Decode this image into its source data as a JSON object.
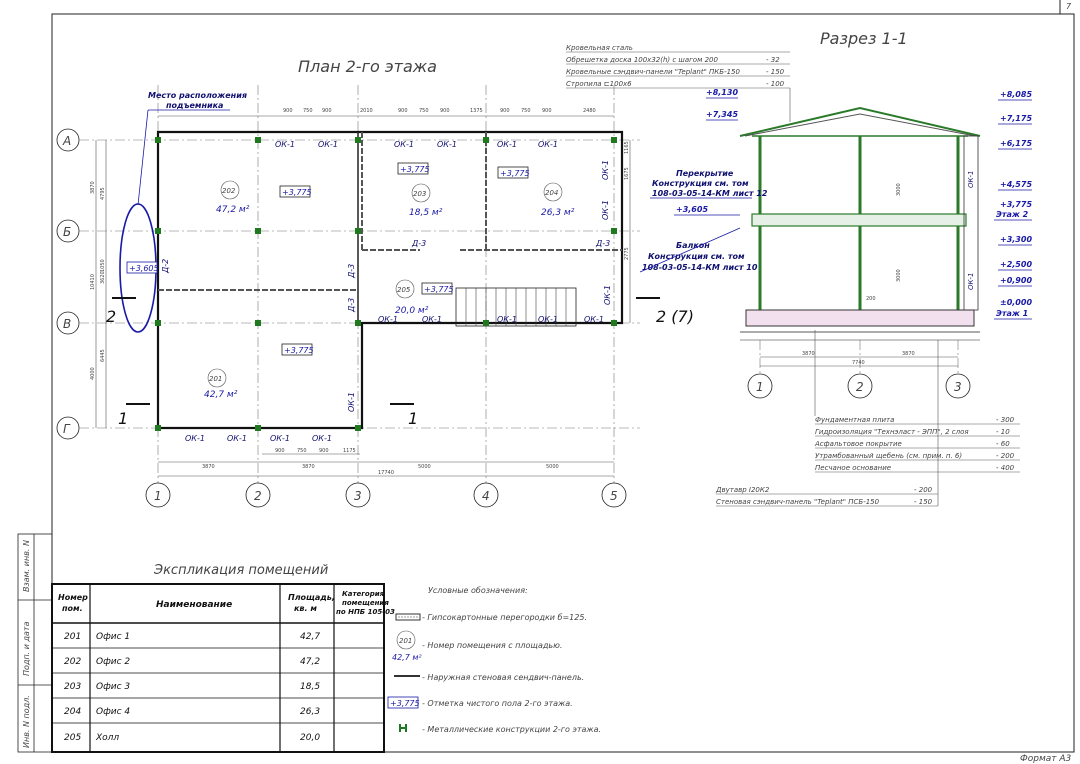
{
  "sheet": {
    "number": "7",
    "format": "Формат А3"
  },
  "stamp": {
    "inv_replace": "Взам. инв. N",
    "sign_date": "Подп. и дата",
    "inv_orig": "Инв. N подл."
  },
  "plan": {
    "title": "План 2-го этажа",
    "lift_note_1": "Место расположения",
    "lift_note_2": "подъемника",
    "axes_rows": [
      "А",
      "Б",
      "В",
      "Г"
    ],
    "axes_cols": [
      "1",
      "2",
      "3",
      "4",
      "5"
    ],
    "rooms": [
      {
        "num": "202",
        "area": "47,2 м²",
        "level": "+3,775"
      },
      {
        "num": "203",
        "area": "18,5 м²",
        "level": "+3,775"
      },
      {
        "num": "204",
        "area": "26,3 м²",
        "level": "+3,775"
      },
      {
        "num": "205",
        "area": "20,0 м²",
        "level": "+3,775"
      },
      {
        "num": "201",
        "area": "42,7 м²",
        "level": "+3,775"
      }
    ],
    "lift_level": "+3,605",
    "window_label": "ОК-1",
    "door_label": "Д-3",
    "partition_label": "Д-2",
    "section_left": "2",
    "section_right": "2 (7)",
    "section_bottom": "1",
    "dims_top": [
      "900",
      "750",
      "900",
      "2010",
      "900",
      "750",
      "900",
      "1375",
      "900",
      "750",
      "900",
      "2480"
    ],
    "dims_bottom": [
      "3870",
      "3870",
      "5000",
      "5000"
    ],
    "dim_total": "17740",
    "dims_bottom_win": [
      "900",
      "750",
      "900",
      "1175"
    ],
    "dims_left": [
      "3870",
      "4795",
      "1050",
      "3620",
      "10410",
      "6445",
      "4000"
    ],
    "dims_right": [
      "1165",
      "1675",
      "2775"
    ]
  },
  "section": {
    "title": "Разрез 1-1",
    "roof_spec": [
      {
        "name": "Кровельная сталь",
        "val": ""
      },
      {
        "name": "Обрешетка доска 100х32(h) с шагом 200",
        "val": "- 32"
      },
      {
        "name": "Кровельные сэндвич-панели \"Teplant\" ПКБ-150",
        "val": "- 150"
      },
      {
        "name": "Стропила ⊏100х6",
        "val": "- 100"
      }
    ],
    "left_marks": [
      "+8,130",
      "+7,345"
    ],
    "right_marks": [
      "+8,085",
      "+7,175",
      "+6,175",
      "+4,575",
      "+3,775",
      "Этаж 2",
      "+3,300",
      "+2,500",
      "+0,900",
      "±0,000",
      "Этаж 1"
    ],
    "floor_note": [
      "Перекрытие",
      "Конструкция см. том",
      "108-03-05-14-КМ лист 12"
    ],
    "floor_mark": "+3,605",
    "balcony_note": [
      "Балкон",
      "Конструкция см. том",
      "108-03-05-14-КМ лист 10"
    ],
    "axes": [
      "1",
      "2",
      "3"
    ],
    "dims": [
      "3870",
      "3870",
      "7740"
    ],
    "heights": [
      "3000",
      "3000",
      "200"
    ],
    "ok_label": "ОК-1",
    "foundation_spec": [
      {
        "name": "Фундаментная плита",
        "val": "- 300"
      },
      {
        "name": "Гидроизоляция \"Технэласт - ЭПП\", 2 слоя",
        "val": "- 10"
      },
      {
        "name": "Асфальтовое покрытие",
        "val": "- 60"
      },
      {
        "name": "Утрамбованный щебень (см. прим. п. 6)",
        "val": "- 200"
      },
      {
        "name": "Песчаное основание",
        "val": "- 400"
      }
    ],
    "wall_spec": [
      {
        "name": "Двутавр I20К2",
        "val": "- 200"
      },
      {
        "name": "Стеновая сэндвич-панель \"Teplant\" ПСБ-150",
        "val": "- 150"
      }
    ]
  },
  "explication": {
    "title": "Экспликация помещений",
    "headers": [
      "Номер пом.",
      "Наименование",
      "Площадь, кв. м",
      "Категория помещения по НПБ 105-03"
    ],
    "rows": [
      {
        "num": "201",
        "name": "Офис 1",
        "area": "42,7",
        "cat": ""
      },
      {
        "num": "202",
        "name": "Офис 2",
        "area": "47,2",
        "cat": ""
      },
      {
        "num": "203",
        "name": "Офис 3",
        "area": "18,5",
        "cat": ""
      },
      {
        "num": "204",
        "name": "Офис 4",
        "area": "26,3",
        "cat": ""
      },
      {
        "num": "205",
        "name": "Холл",
        "area": "20,0",
        "cat": ""
      }
    ]
  },
  "legend": {
    "title": "Условные обозначения:",
    "items": [
      "- Гипсокартонные перегородки б=125.",
      "- Номер помещения с площадью.",
      "- Наружная стеновая сендвич-панель.",
      "- Отметка чистого пола 2-го этажа.",
      "- Металлические конструкции 2-го этажа."
    ],
    "sample_num": "201",
    "sample_area": "42,7 м²",
    "sample_level": "+3,775"
  }
}
